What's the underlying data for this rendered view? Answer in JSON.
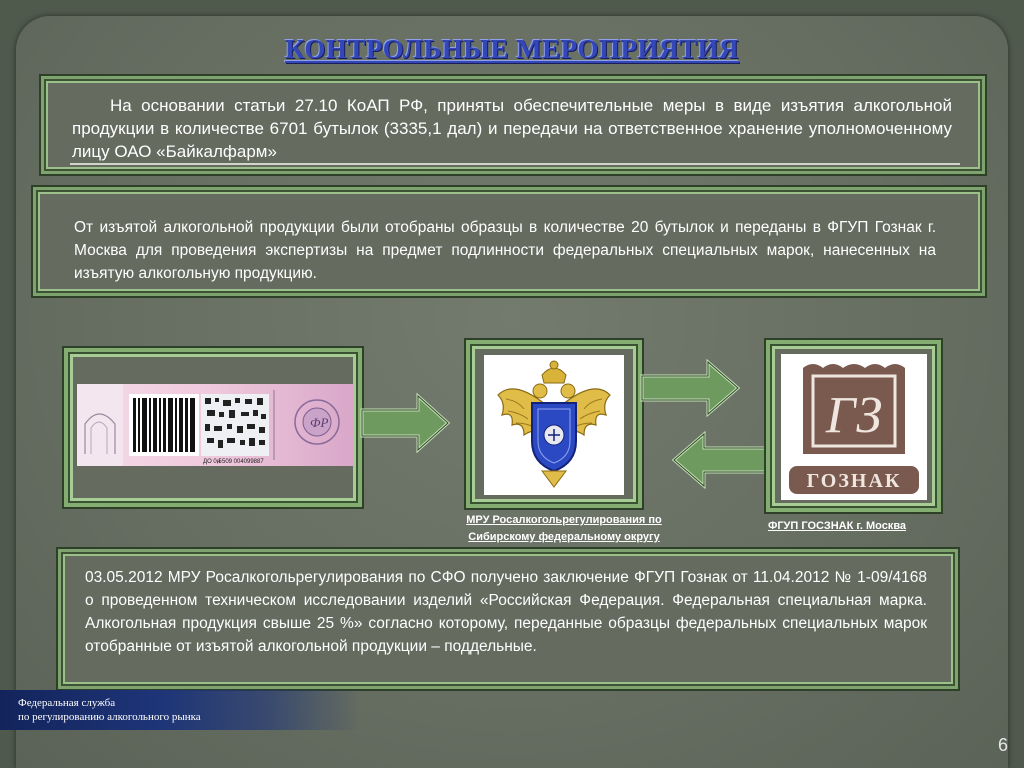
{
  "slide": {
    "title": "КОНТРОЛЬНЫЕ  МЕРОПРИЯТИЯ",
    "page_number": "6"
  },
  "panels": {
    "p1": "На основании статьи 27.10 КоАП РФ, приняты обеспечительные меры в виде изъятия алкогольной продукции в количестве 6701 бутылок (3335,1 дал) и передачи на ответственное хранение уполномоченному лицу ОАО «Байкалфарм»",
    "p2": "От изъятой алкогольной продукции были отобраны образцы в количестве 20 бутылок и переданы в ФГУП Гознак г. Москва для проведения экспертизы на предмет подлинности федеральных специальных марок, нанесенных на изъятую алкогольную продукцию.",
    "p3": "03.05.2012 МРУ Росалкогольрегулирования по СФО получено заключение ФГУП Гознак от 11.04.2012 № 1-09/4168 о проведенном техническом исследовании изделий «Российская Федерация. Федеральная специальная марка. Алкогольная продукция свыше 25 %» согласно которому, переданные образцы федеральных специальных марок отобранные от изъятой алкогольной продукции – поддельные."
  },
  "captions": {
    "mru_line1": "МРУ Росалкогольрегулирования по",
    "mru_line2": "Сибирскому федеральному округу",
    "goznak": "ФГУП ГОСЗНАК г. Москва"
  },
  "stamp": {
    "side_text": "ДО 0,5",
    "code": "н 509 004099887"
  },
  "logo": {
    "monogram": "ГЗ",
    "name": "ГОЗНАК"
  },
  "footer": {
    "line1": "Федеральная служба",
    "line2": "по регулированию алкогольного рынка"
  },
  "colors": {
    "background": "#666d61",
    "frame_green": "#84ad72",
    "title_blue": "#3347b8",
    "goznak_brown": "#7a5a4e",
    "footer_blue": "#1e3578"
  }
}
